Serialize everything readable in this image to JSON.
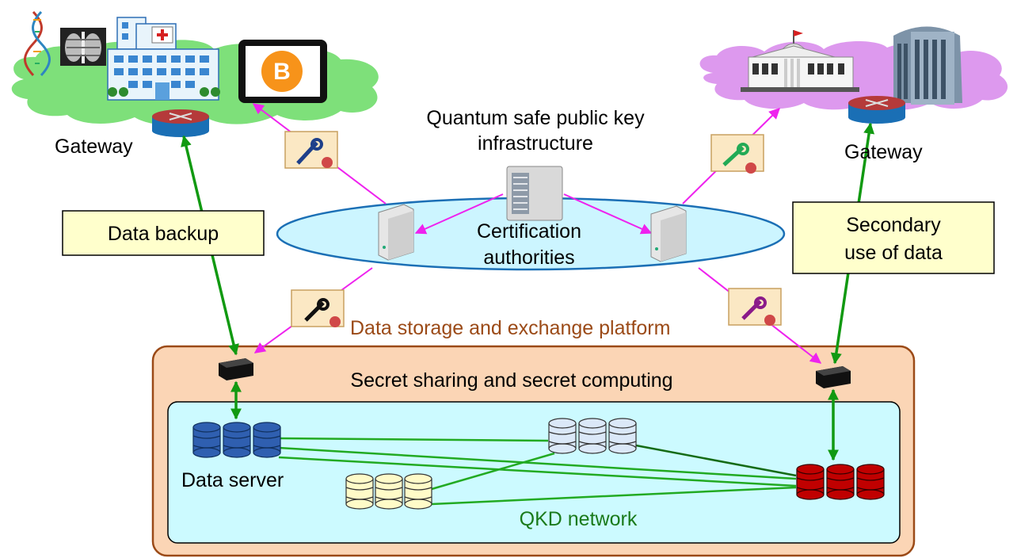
{
  "labels": {
    "gateway_left": "Gateway",
    "gateway_right": "Gateway",
    "pki_line1": "Quantum safe public key",
    "pki_line2": "infrastructure",
    "ca_line1": "Certification",
    "ca_line2": "authorities",
    "data_backup": "Data backup",
    "secondary_line1": "Secondary",
    "secondary_line2": "use of data",
    "platform": "Data storage and exchange platform",
    "secret": "Secret sharing and secret computing",
    "data_server": "Data server",
    "qkd": "QKD network"
  },
  "icons": {
    "dna": "dna-icon",
    "xray": "xray-icon",
    "hospital": "hospital-icon",
    "bitcoin_tablet": "bitcoin-tablet-icon",
    "government": "government-building-icon",
    "office": "office-building-icon",
    "router": "router-icon",
    "server": "server-icon",
    "certificate": "certificate-key-icon",
    "database": "database-icon"
  },
  "colors": {
    "pki_arrow": "#ee22ee",
    "link_arrow": "#119911",
    "qkd_link": "#22aa22",
    "ca_ellipse_fill": "#ccf5ff",
    "ca_ellipse_stroke": "#1b6fb5",
    "platform_fill": "#fbd5b5",
    "platform_stroke": "#9b4a17",
    "qkd_fill": "#ccfaff",
    "label_box_fill": "#ffffcc",
    "platform_text": "#9b4a17",
    "qkd_text": "#1a7a1a",
    "left_cloud": "#7ee07a",
    "right_cloud": "#dd99ee",
    "db_blue": "#2f5fb0",
    "db_light": "#dbe8f8",
    "db_yellow": "#fffbc8",
    "db_red": "#c00000",
    "cert_key_blue": "#1e3f8a",
    "cert_key_green": "#22aa55",
    "cert_key_black": "#111111",
    "cert_key_purple": "#8a1a8a"
  }
}
